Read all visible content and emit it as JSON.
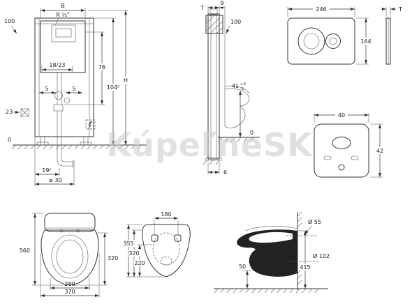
{
  "watermark": "KúpeľneSK",
  "colors": {
    "line": "#333333",
    "watermark": "#c8c8c8"
  },
  "views": {
    "cistern_front": {
      "b": "B",
      "r_half": "R ½\"",
      "d100": "100",
      "d18_23": "18/23",
      "d76": "76",
      "d104_5": "104⁵",
      "h": "H",
      "d5_left": "5",
      "d5_right": "5",
      "d23": "23",
      "d0": "0",
      "d19_5": "19⁵",
      "d30": "≥ 30"
    },
    "frame_side": {
      "t": "T",
      "d9": "9",
      "d100": "100",
      "d41": "41",
      "tol_plus": "+2",
      "tol_minus": "-1",
      "d0": "0",
      "d6": "6"
    },
    "flush_plate": {
      "width": "246",
      "height": "164",
      "t": "T"
    },
    "insulation_mat": {
      "width": "40",
      "height": "42"
    },
    "toilet_plan": {
      "depth": "560",
      "d320": "320",
      "d280": "280",
      "width": "370"
    },
    "toilet_bottom": {
      "d180": "180",
      "d355": "355",
      "d320": "320",
      "d220": "220"
    },
    "toilet_side": {
      "d55": "Ø 55",
      "d102": "Ø 102",
      "d415": "415",
      "d50": "50"
    }
  }
}
